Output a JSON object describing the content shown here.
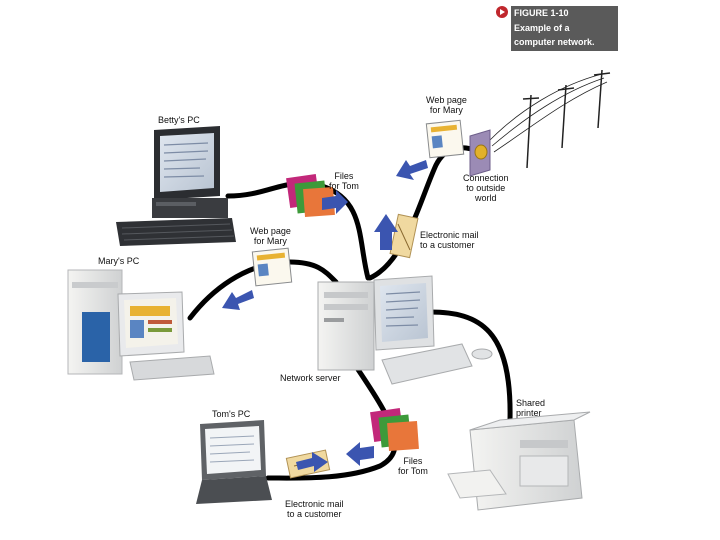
{
  "figure": {
    "number": "FIGURE 1-10",
    "caption_line1": "Example of a",
    "caption_line2": "computer network.",
    "accent_color": "#c0272d",
    "box_color": "#5a5a5a"
  },
  "nodes": {
    "betty_pc": "Betty's PC",
    "marys_pc": "Mary's PC",
    "network_server": "Network server",
    "toms_pc": "Tom's PC",
    "shared_printer_l1": "Shared",
    "shared_printer_l2": "printer",
    "connection_l1": "Connection",
    "connection_l2": "to outside",
    "connection_l3": "world"
  },
  "messages": {
    "files_tom_top_l1": "Files",
    "files_tom_top_l2": "for Tom",
    "web_page_top_l1": "Web page",
    "web_page_top_l2": "for Mary",
    "web_page_mid_l1": "Web page",
    "web_page_mid_l2": "for Mary",
    "email_top_l1": "Electronic mail",
    "email_top_l2": "to a customer",
    "files_tom_bottom_l1": "Files",
    "files_tom_bottom_l2": "for Tom",
    "email_bottom_l1": "Electronic mail",
    "email_bottom_l2": "to a customer"
  },
  "colors": {
    "cable": "#000000",
    "arrow": "#3b55b0",
    "folder_pink": "#c2287a",
    "folder_green": "#3d9a3a",
    "folder_orange": "#e8763a",
    "envelope": "#f0d9a0",
    "computer_body": "#e6e8ea",
    "screen": "#2a2d33"
  }
}
